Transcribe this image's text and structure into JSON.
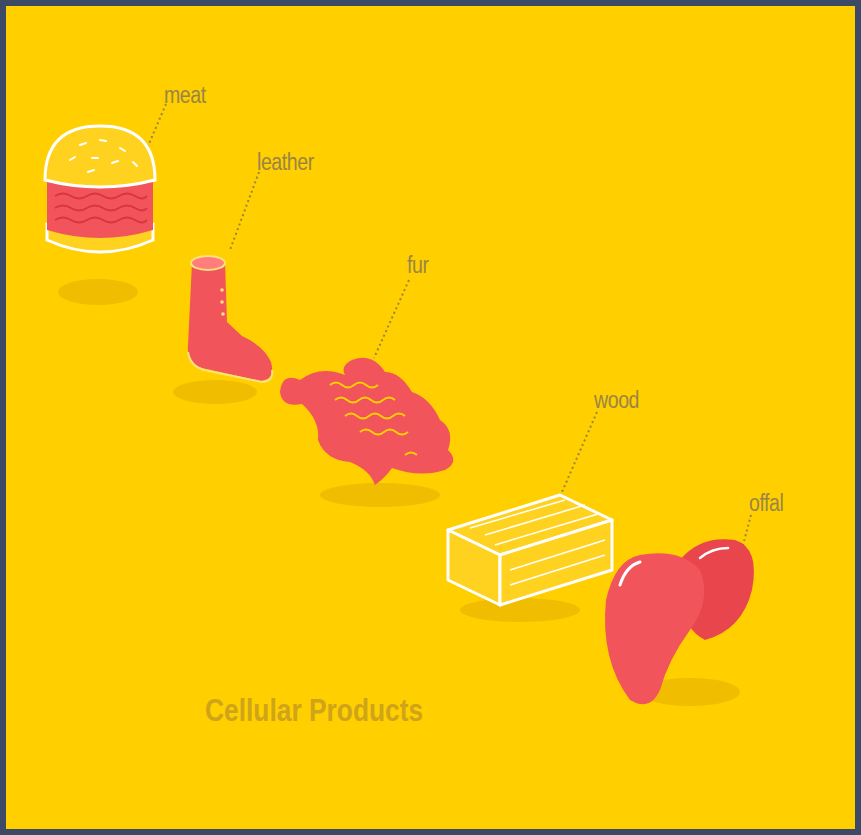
{
  "diagram": {
    "title": "Cellular Products",
    "labels": [
      "meat",
      "leather",
      "fur",
      "wood",
      "offal"
    ]
  }
}
